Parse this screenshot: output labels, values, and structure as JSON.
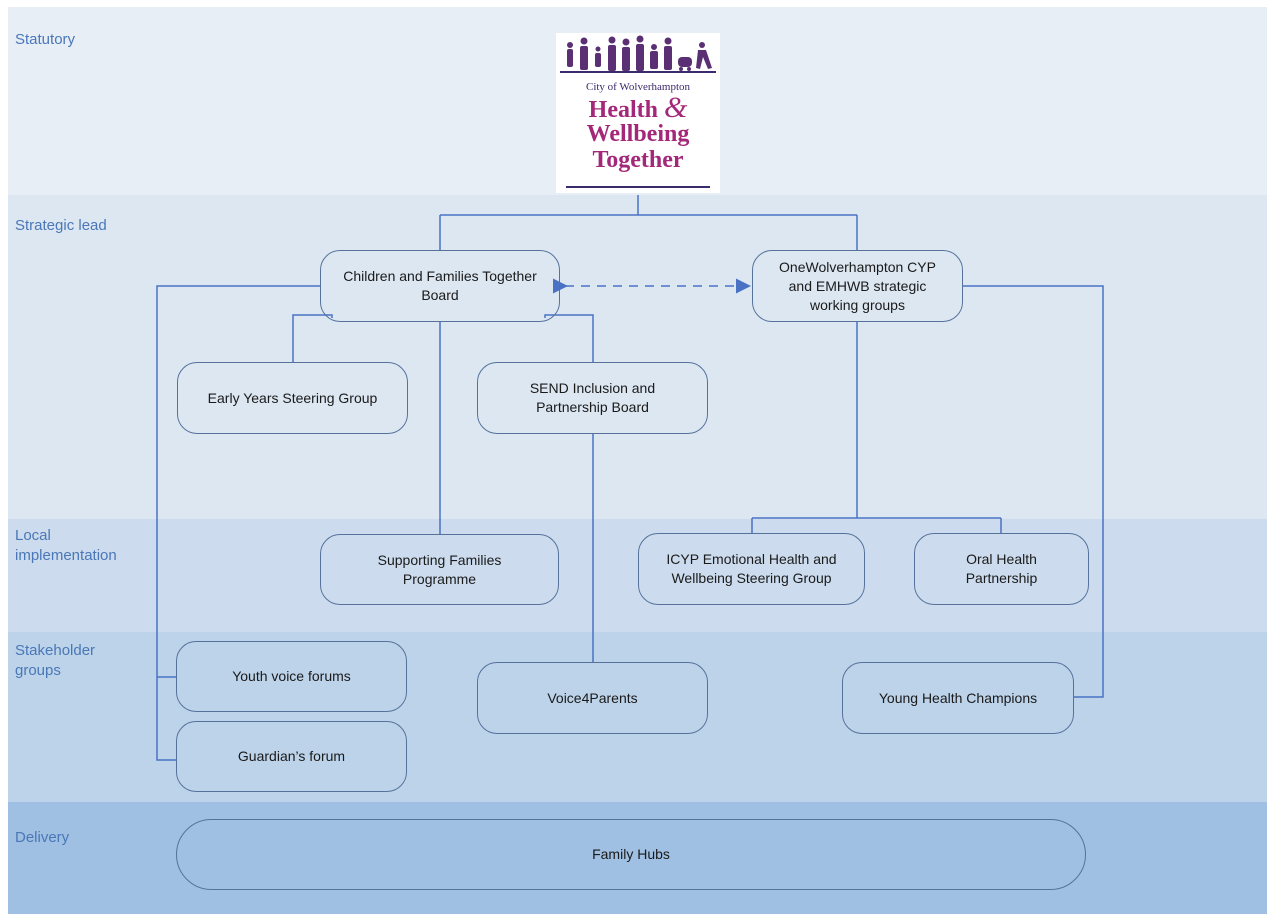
{
  "colors": {
    "band_statutory": "#e8eef6",
    "band_strategic": "#dce7f2",
    "band_local": "#ccdcee",
    "band_stakeholder": "#bcd3ea",
    "band_delivery": "#9fc0e3",
    "label_text": "#4a77b7",
    "connector": "#4a72c4",
    "logo_purple": "#3b2a6e",
    "logo_magenta": "#a4287a"
  },
  "bands": [
    {
      "id": "statutory",
      "label": "Statutory"
    },
    {
      "id": "strategic",
      "label": "Strategic lead"
    },
    {
      "id": "local",
      "label": "Local\nimplementation"
    },
    {
      "id": "stakeholder",
      "label": "Stakeholder\ngroups"
    },
    {
      "id": "delivery",
      "label": "Delivery"
    }
  ],
  "logo": {
    "city_line": "City of Wolverhampton",
    "title_line1": "Health",
    "ampersand": "&",
    "title_line2": "Wellbeing",
    "title_line3": "Together",
    "people_icon": "people-silhouettes-icon"
  },
  "nodes": {
    "children_families_board": "Children and Families Together\nBoard",
    "onewolverhampton": "OneWolverhampton CYP\nand EMHWB strategic\nworking groups",
    "early_years": "Early Years Steering Group",
    "send_board": "SEND Inclusion and\nPartnership Board",
    "supporting_families": "Supporting Families\nProgramme",
    "icyp": "ICYP Emotional Health and\nWellbeing Steering Group",
    "oral_health": "Oral Health\nPartnership",
    "youth_voice": "Youth voice forums",
    "voice4parents": "Voice4Parents",
    "young_health": "Young Health Champions",
    "guardians": "Guardian’s forum",
    "family_hubs": "Family Hubs"
  }
}
